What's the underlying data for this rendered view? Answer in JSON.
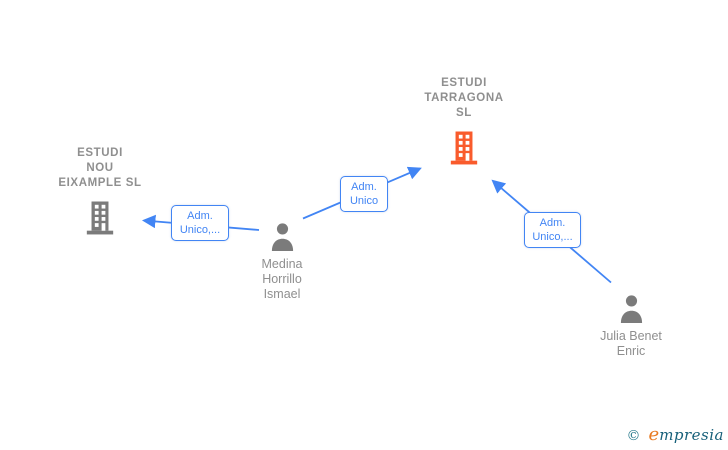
{
  "diagram_type": "company-officer-relations-network",
  "colors": {
    "edge_blue": "#4285F4",
    "company_highlight_orange": "#F95B2C",
    "neutral_icon_gray": "#7b7b7b",
    "label_text_gray": "#8f8f8f",
    "logo_teal": "#17607a",
    "logo_orange": "#E87A22"
  },
  "nodes": {
    "estudi_tarragona": {
      "type": "company",
      "lines": [
        "ESTUDI",
        "TARRAGONA",
        "SL"
      ],
      "highlighted": true
    },
    "estudi_nou_eixample": {
      "type": "company",
      "lines": [
        "ESTUDI",
        "NOU",
        "EIXAMPLE SL"
      ],
      "highlighted": false
    },
    "medina": {
      "type": "person",
      "lines": [
        "Medina",
        "Horrillo",
        "Ismael"
      ]
    },
    "julia": {
      "type": "person",
      "lines": [
        "Julia Benet",
        "Enric"
      ]
    }
  },
  "edges": [
    {
      "from": "Medina Horrillo Ismael",
      "to": "ESTUDI NOU EIXAMPLE SL",
      "label_lines": [
        "Adm.",
        "Unico,..."
      ]
    },
    {
      "from": "Medina Horrillo Ismael",
      "to": "ESTUDI TARRAGONA SL",
      "label_lines": [
        "Adm.",
        "Unico"
      ]
    },
    {
      "from": "Julia Benet Enric",
      "to": "ESTUDI TARRAGONA SL",
      "label_lines": [
        "Adm.",
        "Unico,..."
      ]
    }
  ],
  "footer": {
    "copyright_symbol": "©",
    "brand_first_letter": "e",
    "brand_rest": "mpresia"
  }
}
